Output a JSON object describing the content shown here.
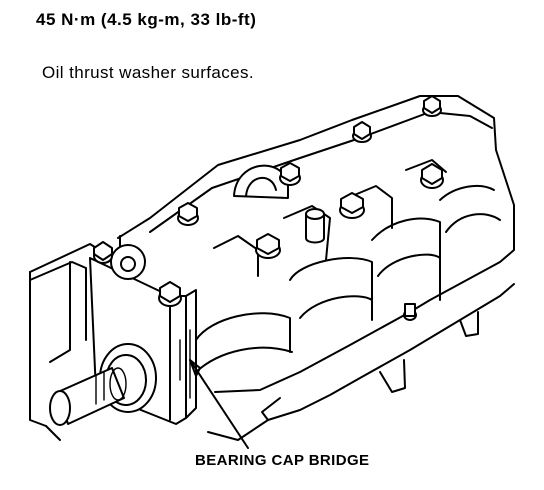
{
  "header": {
    "torque_spec": "45 N·m (4.5 kg-m, 33 lb-ft)",
    "instruction": "Oil thrust washer surfaces."
  },
  "diagram": {
    "callout_label": "BEARING CAP BRIDGE",
    "subject": "engine-block-bearing-cap-bridge-icon"
  }
}
